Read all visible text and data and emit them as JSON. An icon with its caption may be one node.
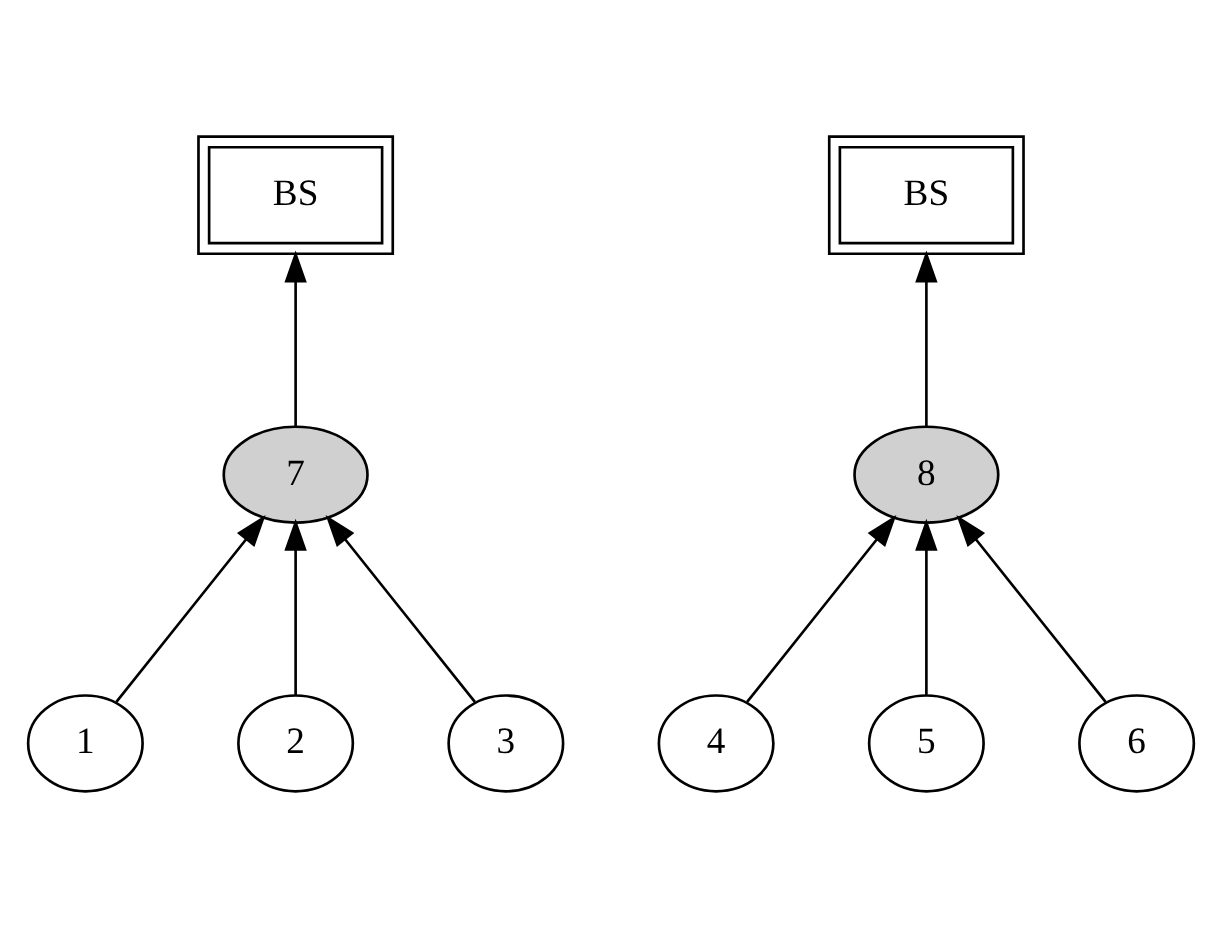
{
  "diagram": {
    "nodes": [
      {
        "text": [
          "BS"
        ]
      },
      {
        "text": [
          "BS"
        ]
      },
      {
        "text": [
          "7"
        ]
      },
      {
        "text": [
          "8"
        ]
      },
      {
        "text": [
          "1"
        ]
      },
      {
        "text": [
          "2"
        ]
      },
      {
        "text": [
          "3"
        ]
      },
      {
        "text": [
          "4"
        ]
      },
      {
        "text": [
          "5"
        ]
      },
      {
        "text": [
          "6"
        ]
      }
    ],
    "edges": [
      {
        "from": 2,
        "to": 0,
        "arrow": "to"
      },
      {
        "from": 4,
        "to": 2,
        "arrow": "to"
      },
      {
        "from": 5,
        "to": 2,
        "arrow": "to"
      },
      {
        "from": 6,
        "to": 2,
        "arrow": "to"
      },
      {
        "from": 3,
        "to": 1,
        "arrow": "to"
      },
      {
        "from": 7,
        "to": 3,
        "arrow": "to"
      },
      {
        "from": 8,
        "to": 3,
        "arrow": "to"
      },
      {
        "from": 9,
        "to": 3,
        "arrow": "to"
      }
    ]
  }
}
